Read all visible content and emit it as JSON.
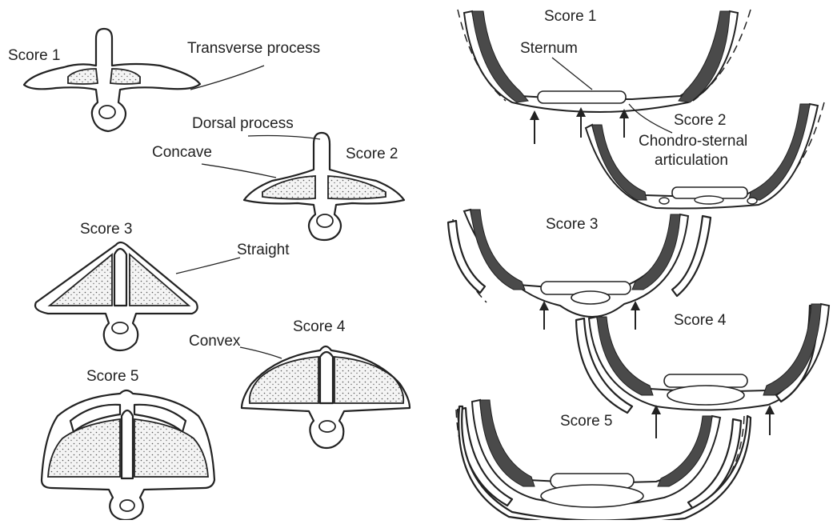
{
  "left_panel": {
    "score1": "Score 1",
    "score2": "Score 2",
    "score3": "Score 3",
    "score4": "Score 4",
    "score5": "Score 5",
    "transverse_process": "Transverse process",
    "dorsal_process": "Dorsal process",
    "concave": "Concave",
    "straight": "Straight",
    "convex": "Convex"
  },
  "right_panel": {
    "score1": "Score 1",
    "score2": "Score 2",
    "score3": "Score 3",
    "score4": "Score 4",
    "score5": "Score 5",
    "sternum": "Sternum",
    "chondro_line1": "Chondro-sternal",
    "chondro_line2": "articulation"
  }
}
